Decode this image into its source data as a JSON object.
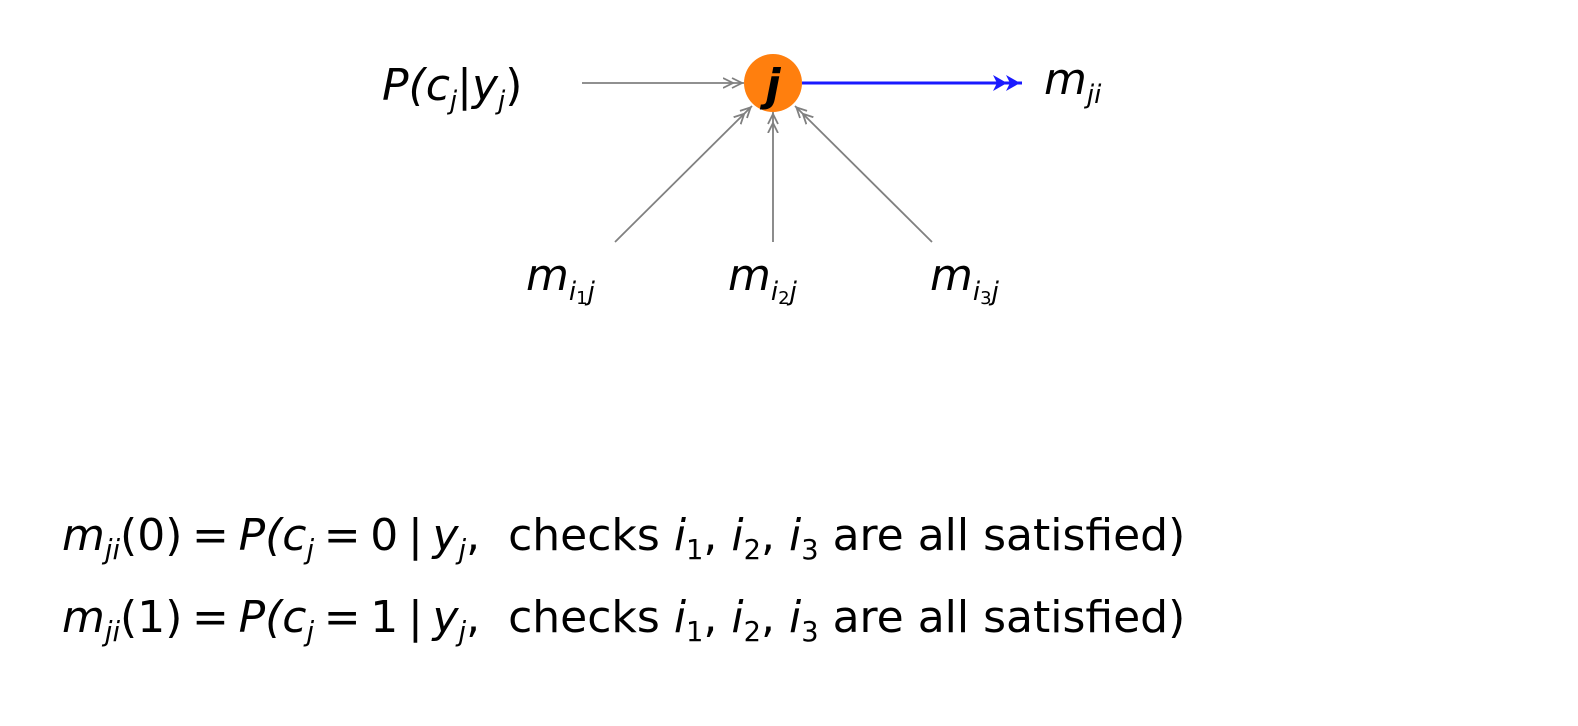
{
  "colors": {
    "node_fill": "#ff7f0e",
    "outgoing_arrow": "#1a1aff",
    "incoming_arrow": "#808080",
    "text": "#000000"
  },
  "diagram": {
    "node": {
      "label": "j"
    },
    "prior": {
      "main": "P(c",
      "sub1": "j",
      "mid": "|y",
      "sub2": "j",
      "close": ")"
    },
    "output": {
      "main": "m",
      "sub": "ji"
    },
    "inputs": [
      {
        "main": "m",
        "sub_i": "i",
        "sub_n": "1",
        "sub_j": "j"
      },
      {
        "main": "m",
        "sub_i": "i",
        "sub_n": "2",
        "sub_j": "j"
      },
      {
        "main": "m",
        "sub_i": "i",
        "sub_n": "3",
        "sub_j": "j"
      }
    ]
  },
  "equations": [
    {
      "lhs_m": "m",
      "lhs_sub": "ji",
      "lhs_arg": "(0)",
      "eq": "=",
      "P": "P(",
      "c": "c",
      "c_sub": "j",
      "eq2": "=",
      "val": "0",
      "bar": "|",
      "y": "y",
      "y_sub": "j",
      "comma": ",",
      "checks": "checks",
      "i1": "i",
      "i1_sub": "1",
      "i2": "i",
      "i2_sub": "2",
      "i3": "i",
      "i3_sub": "3",
      "tail": "are all satisfied)"
    },
    {
      "lhs_m": "m",
      "lhs_sub": "ji",
      "lhs_arg": "(1)",
      "eq": "=",
      "P": "P(",
      "c": "c",
      "c_sub": "j",
      "eq2": "=",
      "val": "1",
      "bar": "|",
      "y": "y",
      "y_sub": "j",
      "comma": ",",
      "checks": "checks",
      "i1": "i",
      "i1_sub": "1",
      "i2": "i",
      "i2_sub": "2",
      "i3": "i",
      "i3_sub": "3",
      "tail": "are all satisfied)"
    }
  ]
}
